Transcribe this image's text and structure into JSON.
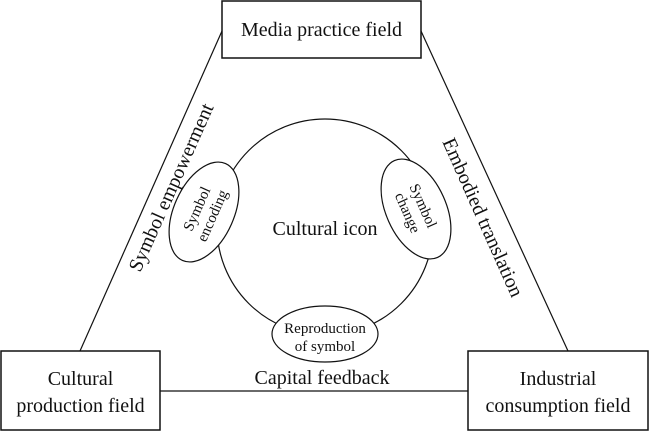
{
  "nodes": {
    "media": "Media practice field",
    "cultural_production": [
      "Cultural",
      "production field"
    ],
    "industrial_consumption": [
      "Industrial",
      "consumption field"
    ]
  },
  "edges": {
    "left": "Symbol empowerment",
    "right": "Embodied translation",
    "bottom": "Capital feedback"
  },
  "center": {
    "label": "Cultural icon",
    "ellipses": {
      "encoding": [
        "Symbol",
        "encoding"
      ],
      "change": [
        "Symbol",
        "change"
      ],
      "reproduction": [
        "Reproduction",
        "of symbol"
      ]
    }
  },
  "colors": {
    "stroke": "#111111",
    "background": "#ffffff"
  }
}
